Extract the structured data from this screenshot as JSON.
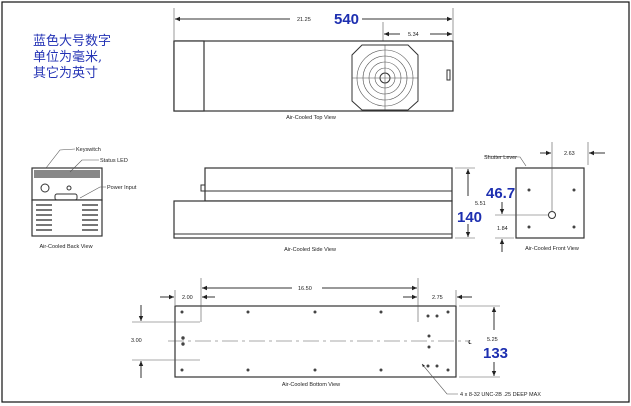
{
  "note": [
    "蓝色大号数字",
    "单位为毫米,",
    "其它为英寸"
  ],
  "colors": {
    "metric_blue": "#1d2fb0",
    "line": "#333333"
  },
  "top_view": {
    "caption": "Air-Cooled Top View",
    "overall_in": "21.25",
    "overall_mm": "540",
    "fan_offset_in": "5.34"
  },
  "back_view": {
    "caption": "Air-Cooled Back View",
    "labels": {
      "keyswitch": "Keyswitch",
      "status_led": "Status LED",
      "power_input": "Power Input"
    }
  },
  "side_view": {
    "caption": "Air-Cooled Side View",
    "height_in": "5.51",
    "height_mm": "140"
  },
  "front_view": {
    "caption": "Air-Cooled Front View",
    "shutter_lever": "Shutter Lever",
    "offset_in": "2.63",
    "aperture_height_mm": "46.7",
    "aperture_height_in": "1.84"
  },
  "bottom_view": {
    "caption": "Air-Cooled Bottom View",
    "left_in": "2.00",
    "span_in": "16.50",
    "right_in": "2.75",
    "hole_spacing_in": "3.00",
    "width_in": "5.25",
    "width_mm": "133",
    "centerline": "℄",
    "thread_note": "4 x 8-32 UNC-2B .25 DEEP MAX"
  }
}
